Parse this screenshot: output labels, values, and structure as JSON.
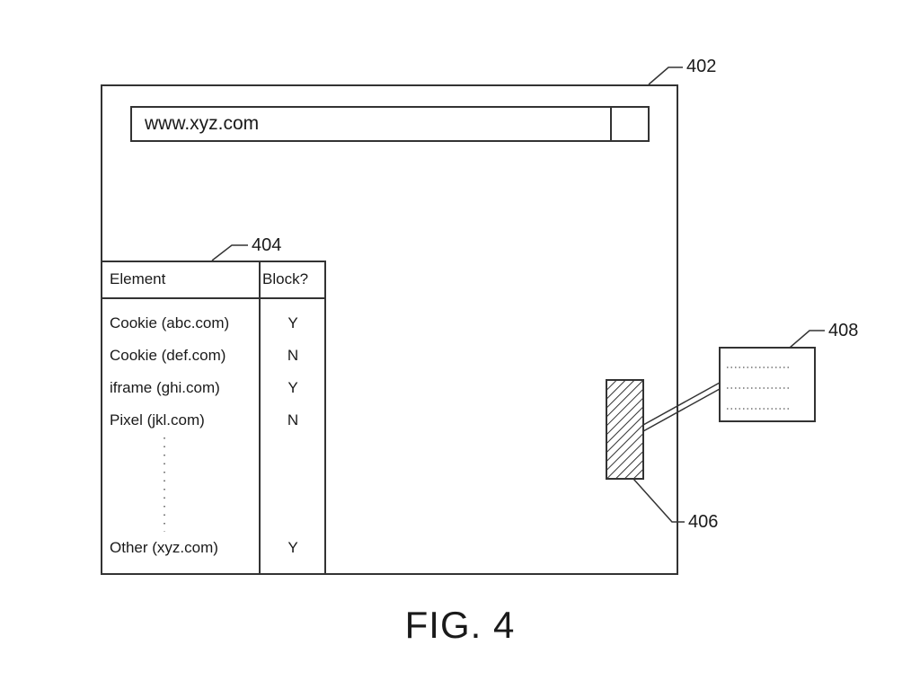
{
  "browser": {
    "ref": "402",
    "address": "www.xyz.com"
  },
  "element_table": {
    "ref": "404",
    "headers": [
      "Element",
      "Block?"
    ],
    "rows": [
      {
        "element": "Cookie (abc.com)",
        "block": "Y"
      },
      {
        "element": "Cookie (def.com)",
        "block": "N"
      },
      {
        "element": "iframe (ghi.com)",
        "block": "Y"
      },
      {
        "element": "Pixel (jkl.com)",
        "block": "N"
      }
    ],
    "last_row": {
      "element": "Other (xyz.com)",
      "block": "Y"
    }
  },
  "page_element": {
    "ref": "406"
  },
  "info_popup": {
    "ref": "408"
  },
  "caption": "FIG. 4"
}
